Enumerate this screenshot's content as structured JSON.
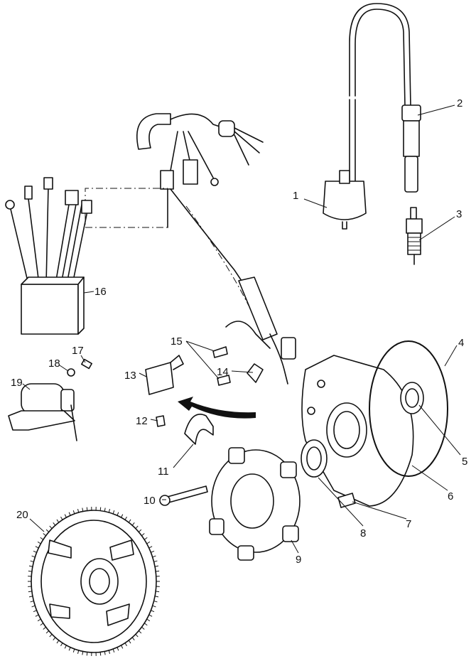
{
  "diagram": {
    "type": "exploded-parts-diagram",
    "callouts": [
      "1",
      "2",
      "3",
      "4",
      "5",
      "6",
      "7",
      "8",
      "9",
      "10",
      "11",
      "12",
      "13",
      "14",
      "15",
      "16",
      "17",
      "18",
      "19",
      "20"
    ]
  }
}
